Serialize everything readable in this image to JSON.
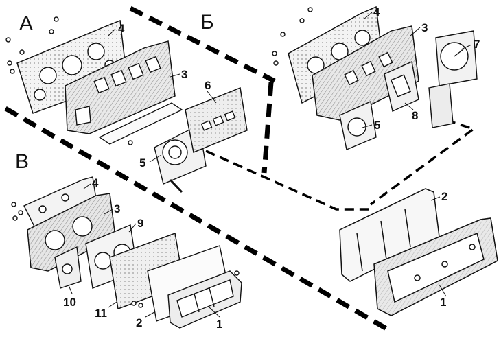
{
  "sections": {
    "a": "А",
    "b": "Б",
    "v": "В"
  },
  "callouts": {
    "a4": "4",
    "a3": "3",
    "a6": "6",
    "a5": "5",
    "b4": "4",
    "b3": "3",
    "b7": "7",
    "b5": "5",
    "b8": "8",
    "v4": "4",
    "v3": "3",
    "v9": "9",
    "v10": "10",
    "v11": "11",
    "v2": "2",
    "v1": "1",
    "c2": "2",
    "c1": "1"
  }
}
